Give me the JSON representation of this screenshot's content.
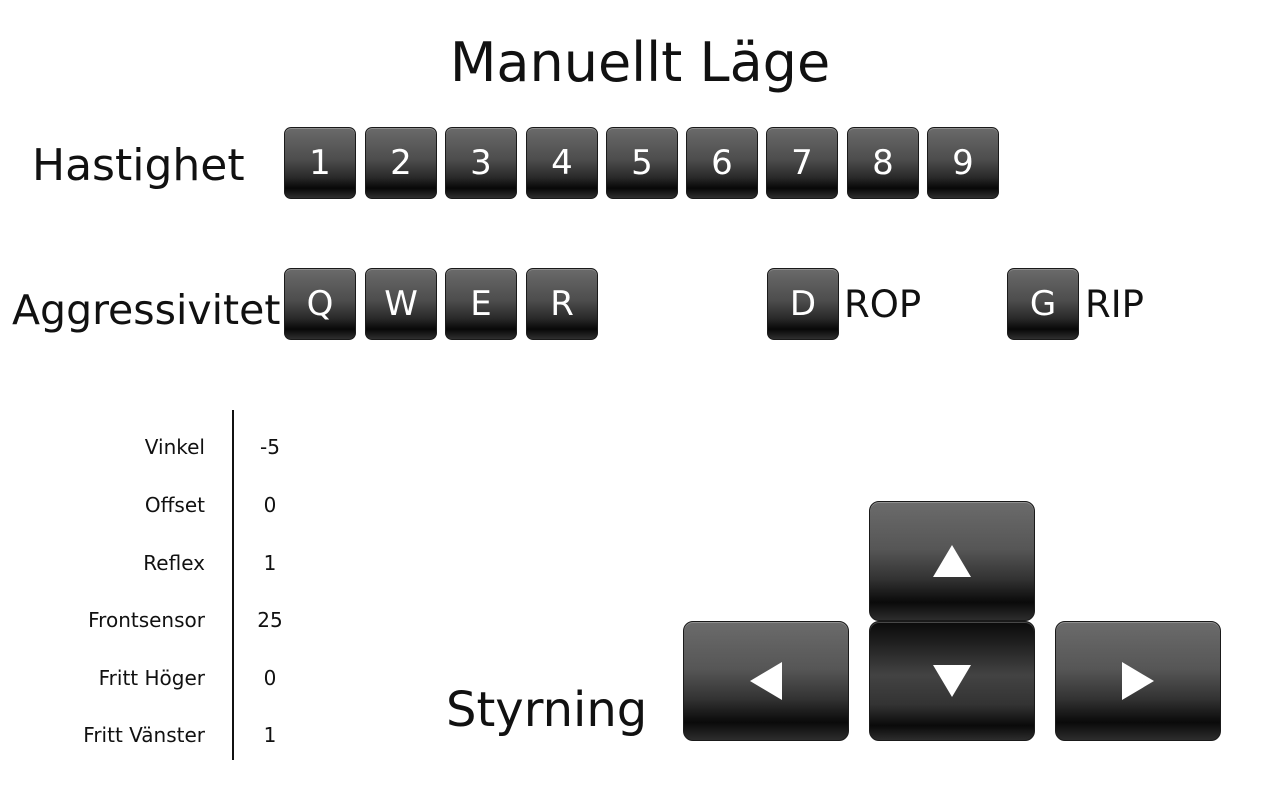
{
  "title": "Manuellt Läge",
  "speed": {
    "label": "Hastighet",
    "keys": [
      "1",
      "2",
      "3",
      "4",
      "5",
      "6",
      "7",
      "8",
      "9"
    ]
  },
  "aggressiveness": {
    "label": "Aggressivitet",
    "keys": [
      "Q",
      "W",
      "E",
      "R"
    ]
  },
  "actions": {
    "drop": {
      "key": "D",
      "label": "ROP"
    },
    "grip": {
      "key": "G",
      "label": "RIP"
    }
  },
  "stats": [
    {
      "label": "Vinkel",
      "value": "-5"
    },
    {
      "label": "Offset",
      "value": "0"
    },
    {
      "label": "Reflex",
      "value": "1"
    },
    {
      "label": "Frontsensor",
      "value": "25"
    },
    {
      "label": "Fritt Höger",
      "value": "0"
    },
    {
      "label": "Fritt Vänster",
      "value": "1"
    }
  ],
  "steering": {
    "label": "Styrning",
    "keys": {
      "up": "arrow-up-icon",
      "down": "arrow-down-icon",
      "left": "arrow-left-icon",
      "right": "arrow-right-icon"
    }
  },
  "colors": {
    "key_top": "#6a6a6a",
    "key_bottom": "#080808",
    "key_text": "#ffffff",
    "text": "#111111",
    "background": "#ffffff"
  }
}
